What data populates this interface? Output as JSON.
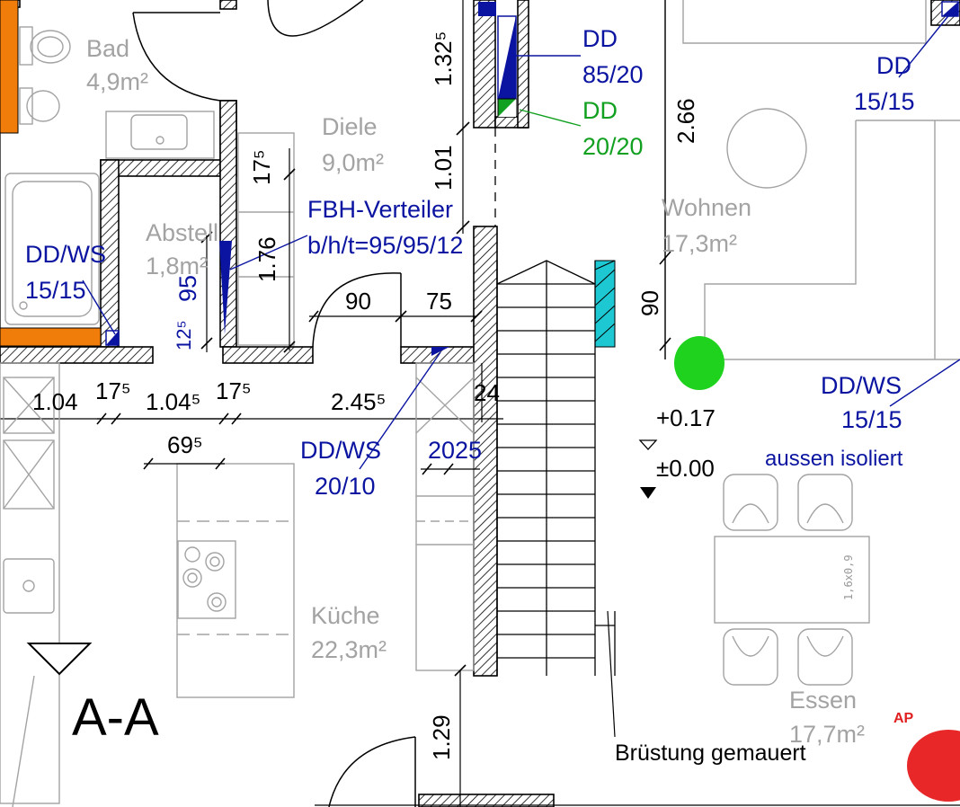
{
  "rooms": {
    "bad": {
      "name": "Bad",
      "area": "4,9m²"
    },
    "diele": {
      "name": "Diele",
      "area": "9,0m²"
    },
    "abstell": {
      "name": "Abstell",
      "area": "1,8m²"
    },
    "wohnen": {
      "name": "Wohnen",
      "area": "17,3m²"
    },
    "kueche": {
      "name": "Küche",
      "area": "22,3m²"
    },
    "essen": {
      "name": "Essen",
      "area": "17,7m²"
    }
  },
  "annotations": {
    "dd_8520": {
      "line1": "DD",
      "line2": "85/20"
    },
    "dd_2020": {
      "line1": "DD",
      "line2": "20/20"
    },
    "dd_1515": {
      "line1": "DD",
      "line2": "15/15"
    },
    "ddws_left": {
      "line1": "DD/WS",
      "line2": "15/15"
    },
    "ddws_2010": {
      "line1": "DD/WS",
      "line2": "20/10"
    },
    "ddws_right": {
      "line1": "DD/WS",
      "line2": "15/15",
      "line3": "aussen isoliert"
    },
    "fbh": {
      "line1": "FBH-Verteiler",
      "line2": "b/h/t=95/95/12"
    }
  },
  "dimensions": {
    "d132": "1.32⁵",
    "d101": "1.01",
    "d266": "2.66",
    "d17v": "17⁵",
    "d176": "1.76",
    "d95": "95",
    "d12": "12⁵",
    "d90door": "90",
    "d75": "75",
    "d90v": "90",
    "d104": "1.04",
    "d17a": "17⁵",
    "d1045": "1.04⁵",
    "d17b": "17⁵",
    "d2455": "2.45⁵",
    "d24": "24",
    "d695": "69⁵",
    "d2025": "2025",
    "d129": "1.29"
  },
  "levels": {
    "upper": "+0.17",
    "lower": "±0.00"
  },
  "section_label": "A-A",
  "table_label": "1,6x0,9",
  "notes": {
    "bruestung": "Brüstung gemauert",
    "ap": "AP"
  },
  "colors": {
    "blue": "#0a14a0",
    "green_marker": "#1ed21e",
    "orange": "#f07d0a",
    "cyan": "#1ec8d2",
    "red": "#e82828",
    "wall_hatch": "#000000",
    "fixture_grey": "#a3a3a3"
  }
}
